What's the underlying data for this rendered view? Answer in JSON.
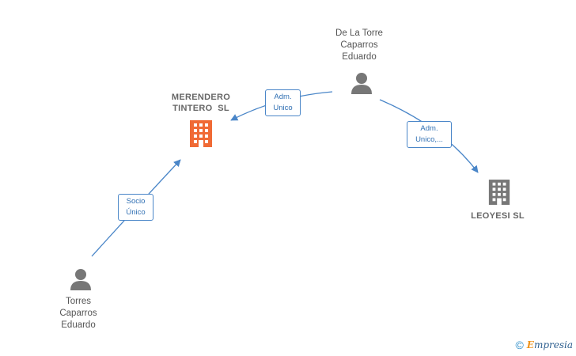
{
  "nodes": {
    "merendero": {
      "label": "MERENDERO\nTINTERO  SL",
      "type": "company",
      "color": "#f06a35"
    },
    "leoyesi": {
      "label": "LEOYESI SL",
      "type": "company",
      "color": "#777777"
    },
    "de_la_torre": {
      "label": "De La Torre\nCaparros\nEduardo",
      "type": "person"
    },
    "torres": {
      "label": "Torres\nCaparros\nEduardo",
      "type": "person"
    }
  },
  "edges": {
    "de_la_torre_to_merendero": "Adm.\nUnico",
    "de_la_torre_to_leoyesi": "Adm.\nUnico,...",
    "torres_to_merendero": "Socio\nÚnico"
  },
  "footer": {
    "copyright": "©",
    "brand_first": "E",
    "brand_rest": "mpresia"
  },
  "colors": {
    "edge": "#4a86c8",
    "person_icon": "#777777",
    "company_highlight": "#f06a35",
    "company_default": "#777777"
  }
}
